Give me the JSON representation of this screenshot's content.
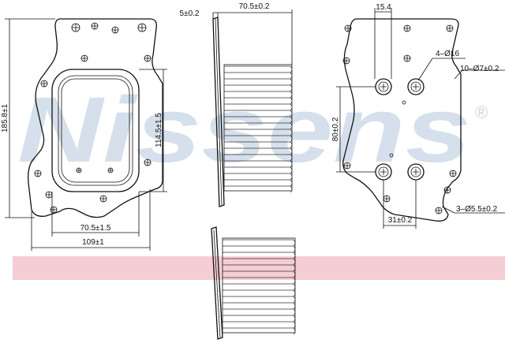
{
  "brand": {
    "name": "Nissens",
    "registered_mark": "®",
    "color": "#c8d6e6",
    "stripe_color": "#f3c4cc"
  },
  "dimensions": {
    "height_overall": "185.8±1",
    "width_overall": "109±1",
    "core_width": "70.5±1.5",
    "core_height": "114.5±1.5",
    "flange_thickness": "5±0.2",
    "core_depth": "70.5±0.2",
    "top_spacing": "15.4",
    "port_dia": "4–Ø16",
    "mount_hole_dia": "10–Ø7±0.2",
    "port_vertical_spacing": "80±0.2",
    "port_horizontal_spacing": "31±0.2",
    "small_hole_dia": "3–Ø5.5±0.2"
  }
}
